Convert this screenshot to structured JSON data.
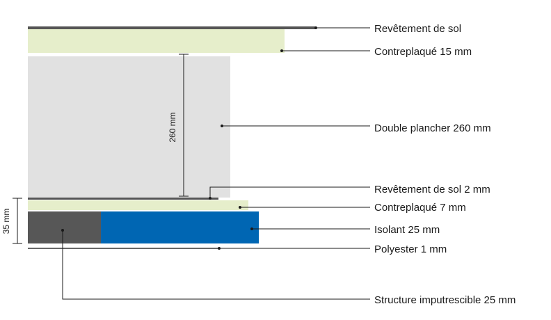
{
  "labels": {
    "floor_covering": "Revêtement de sol",
    "plywood_15": "Contreplaqué 15 mm",
    "double_floor": "Double plancher 260 mm",
    "floor_covering_2": "Revêtement de sol 2 mm",
    "plywood_7": "Contreplaqué 7 mm",
    "insulation": "Isolant 25 mm",
    "polyester": "Polyester 1 mm",
    "structure": "Structure imputrescible 25 mm"
  },
  "dimensions": {
    "double_floor_height": "260 mm",
    "base_height": "35 mm"
  },
  "colors": {
    "covering": "#555555",
    "plywood": "#e6eecb",
    "double_floor": "#e1e1e1",
    "structure": "#575757",
    "insulation": "#0066b3",
    "polyester": "#666666",
    "leader": "#1a1a1a"
  }
}
